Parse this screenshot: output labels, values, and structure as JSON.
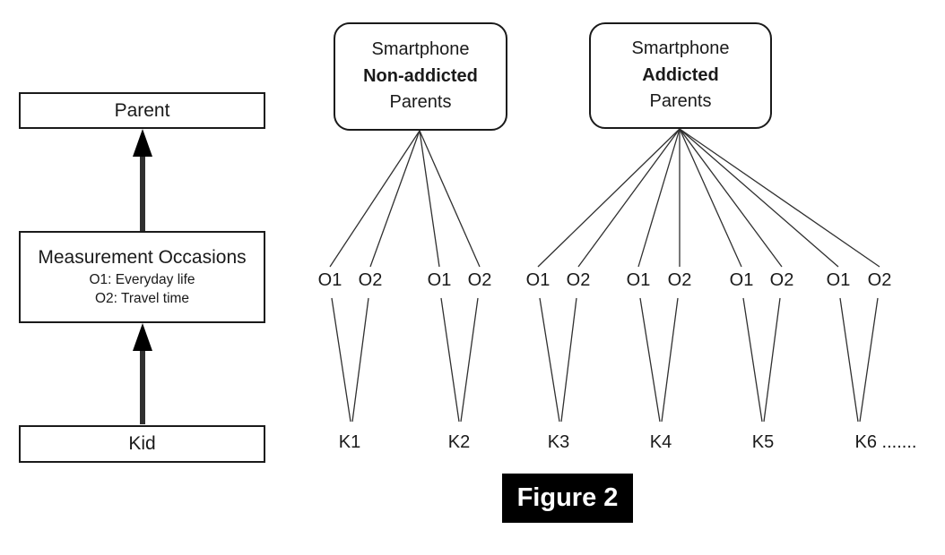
{
  "figure": {
    "caption": "Figure 2"
  },
  "colors": {
    "line": "#303030",
    "box_border": "#1a1a1a",
    "caption_bg": "#000000",
    "caption_text": "#ffffff"
  },
  "left_flow": {
    "parent_label": "Parent",
    "measurement_title": "Measurement Occasions",
    "measurement_sub1": "O1: Everyday life",
    "measurement_sub2": "O2: Travel time",
    "kid_label": "Kid"
  },
  "occasions": {
    "o1": "O1",
    "o2": "O2"
  },
  "groups": [
    {
      "line1": "Smartphone",
      "line2": "Non-addicted",
      "line3": "Parents",
      "kids": [
        "K1",
        "K2"
      ]
    },
    {
      "line1": "Smartphone",
      "line2": "Addicted",
      "line3": "Parents",
      "kids": [
        "K3",
        "K4",
        "K5",
        "K6 ......."
      ]
    }
  ]
}
